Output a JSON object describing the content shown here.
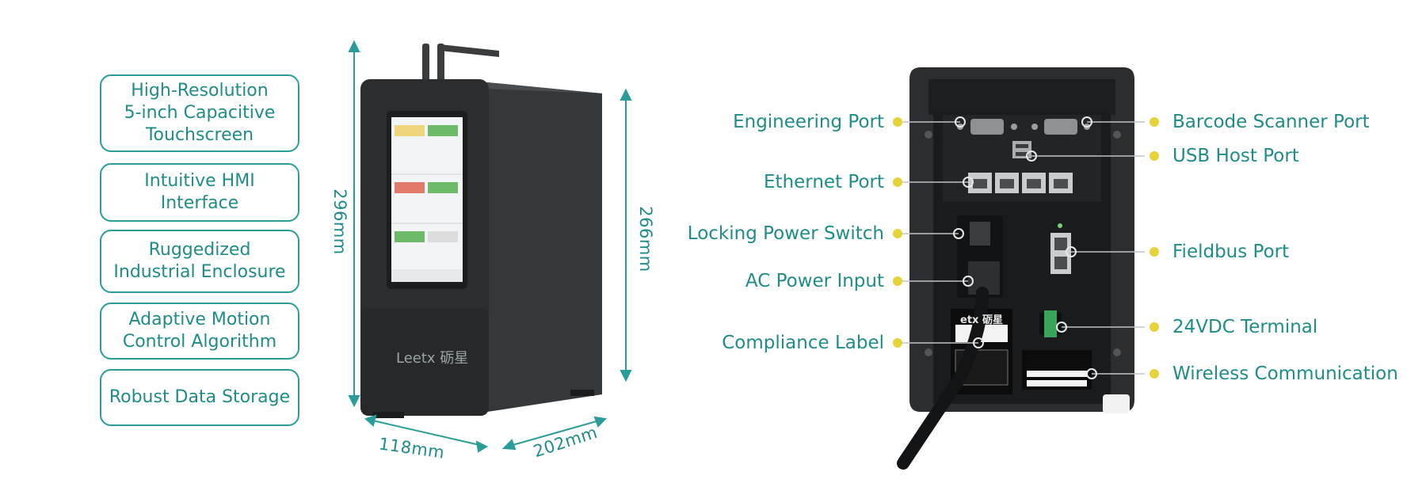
{
  "features": [
    {
      "label": "High-Resolution\n5-inch Capacitive\nTouchscreen"
    },
    {
      "label": "Intuitive HMI\nInterface"
    },
    {
      "label": "Ruggedized\nIndustrial Enclosure"
    },
    {
      "label": "Adaptive Motion\nControl Algorithm"
    },
    {
      "label": "Robust Data Storage"
    }
  ],
  "dimensions": {
    "height_total": "296mm",
    "height_body": "266mm",
    "width": "118mm",
    "depth": "202mm"
  },
  "brand": {
    "front_logo": "Leetx 砺星",
    "rear_logo": "etx 砺星"
  },
  "callouts_left": [
    {
      "label": "Engineering Port"
    },
    {
      "label": "Ethernet Port"
    },
    {
      "label": "Locking Power Switch"
    },
    {
      "label": "AC Power Input"
    },
    {
      "label": "Compliance Label"
    }
  ],
  "callouts_right": [
    {
      "label": "Barcode Scanner Port"
    },
    {
      "label": "USB Host Port"
    },
    {
      "label": "Fieldbus Port"
    },
    {
      "label": "24VDC Terminal"
    },
    {
      "label": "Wireless Communication"
    }
  ],
  "colors": {
    "accent": "#1f8c88",
    "callout_dot": "#e6d33a",
    "device_body": "#2b2d2f"
  }
}
